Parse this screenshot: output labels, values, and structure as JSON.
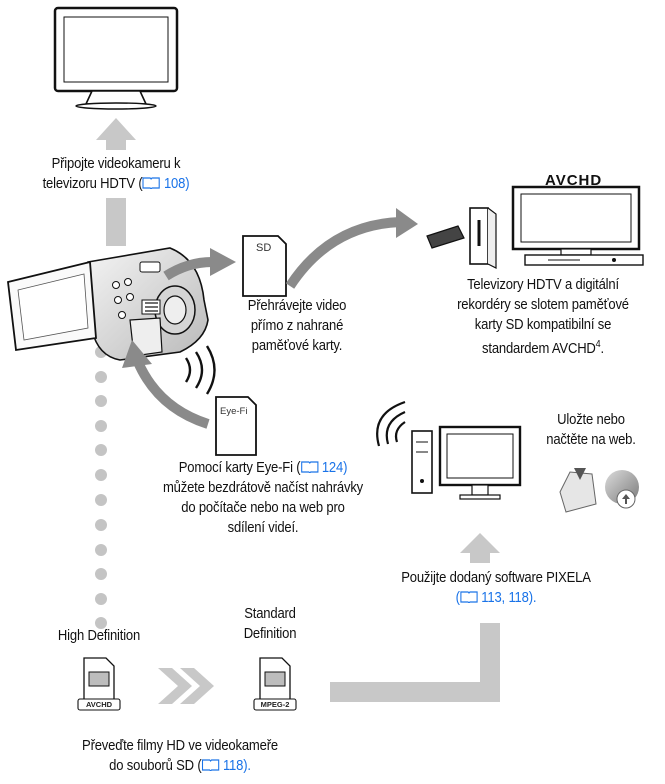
{
  "tv_connect": {
    "line1": "Připojte videokameru k",
    "line2_prefix": "televizoru HDTV (",
    "line2_ref": " 108)"
  },
  "sd_play": {
    "line1": "Přehrávejte video",
    "line2": "přímo z nahrané",
    "line3": "paměťové karty."
  },
  "avchd_devices": {
    "logo": "AVCHD",
    "line1": "Televizory HDTV a digitální",
    "line2": "rekordéry se slotem paměťové",
    "line3": "karty SD kompatibilní se",
    "line4": "standardem AVCHD",
    "footnote": "4",
    "line4_end": "."
  },
  "eyefi": {
    "card_label": "Eye-Fi",
    "line1_prefix": "Pomocí karty Eye-Fi (",
    "line1_ref": " 124)",
    "line2": "můžete bezdrátově načíst nahrávky",
    "line3": "do počítače nebo na web pro",
    "line4": "sdílení videí."
  },
  "web": {
    "line1": "Uložte nebo",
    "line2": "načtěte na web."
  },
  "pixela": {
    "line1": "Použijte dodaný software PIXELA",
    "line2_ref": " 113, 118)."
  },
  "sd_card_label": "SD",
  "high_def": {
    "label": "High Definition",
    "format": "AVCHD"
  },
  "std_def": {
    "line1": "Standard",
    "line2": "Definition",
    "format": "MPEG-2"
  },
  "convert": {
    "line1": "Převeďte filmy HD ve videokameře",
    "line2_prefix": "do souborů SD (",
    "line2_ref": " 118)."
  },
  "colors": {
    "arrow": "#c8c8c8",
    "arrow_dark": "#8a8a8a",
    "link": "#1a73e8"
  }
}
